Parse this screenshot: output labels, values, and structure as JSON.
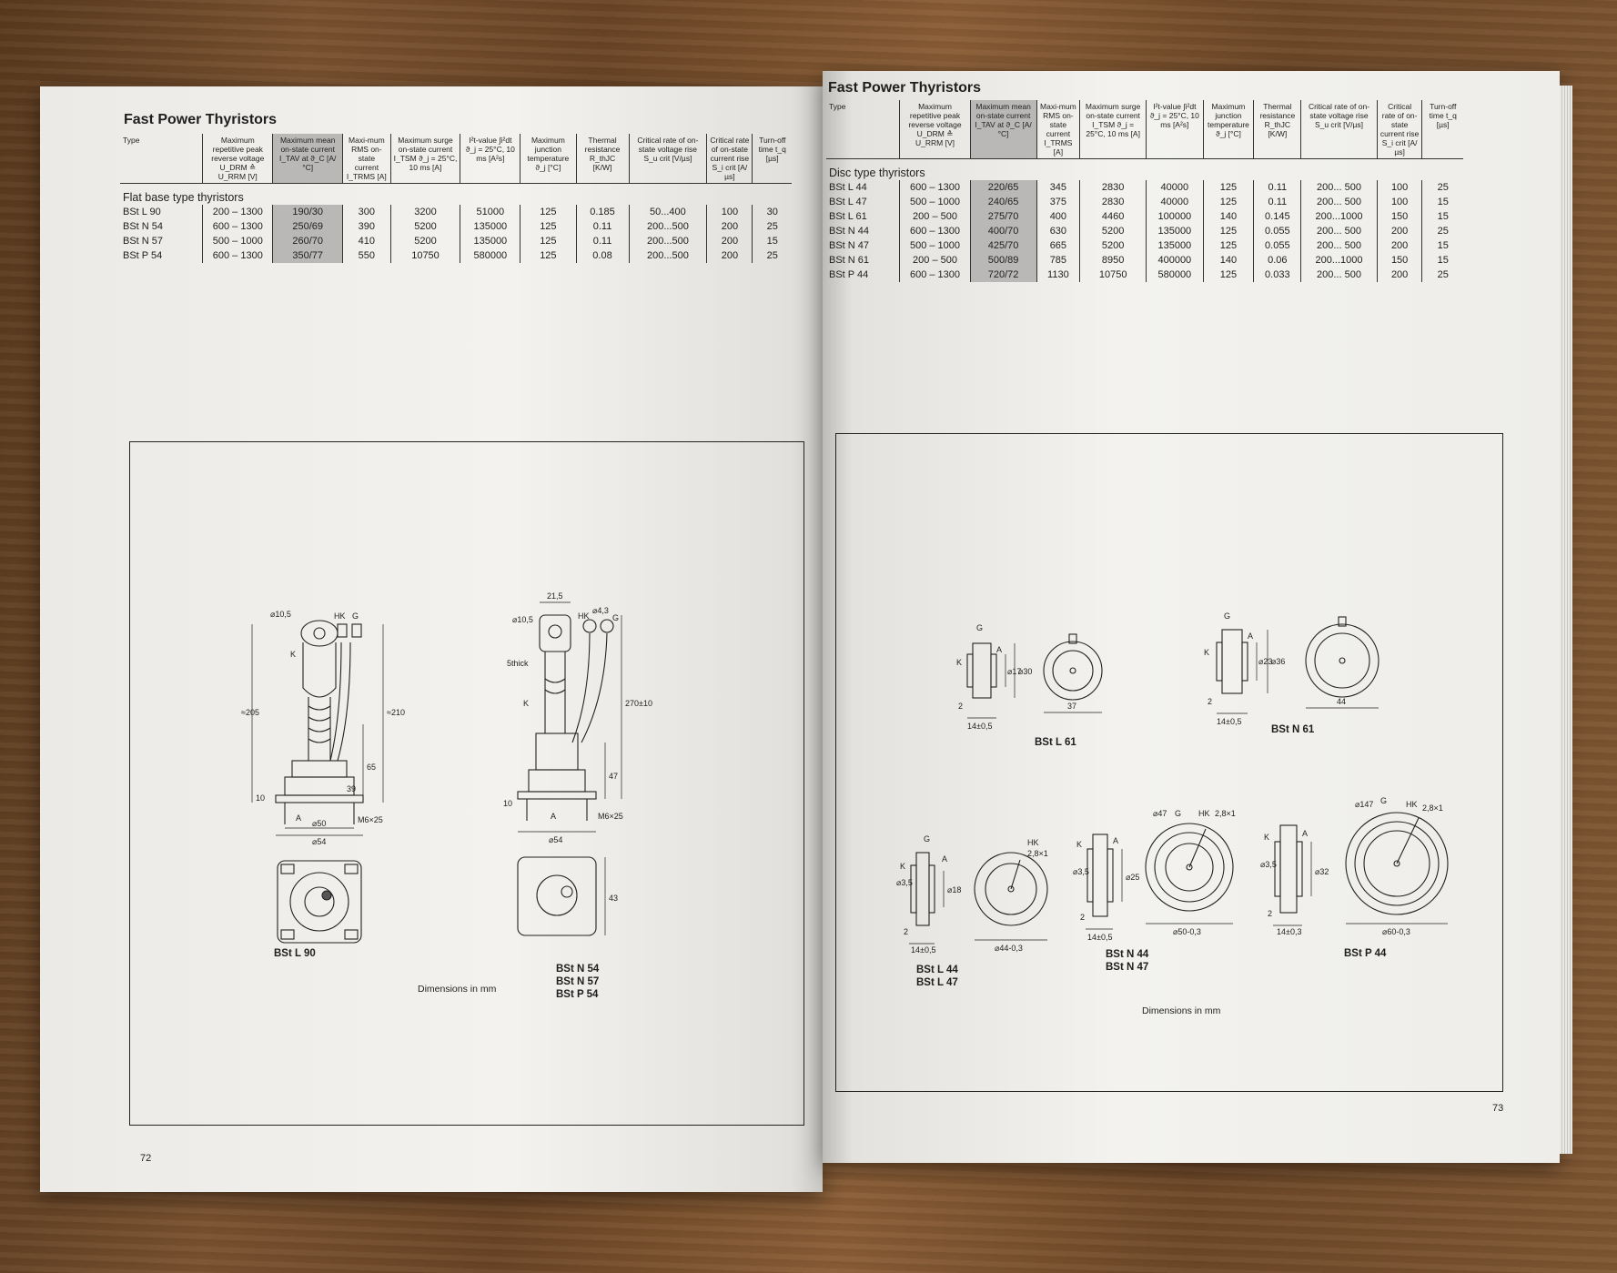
{
  "left": {
    "title": "Fast Power Thyristors",
    "headers": [
      "Type",
      "Maximum repetitive peak reverse voltage U_DRM ≙ U_RRM [V]",
      "Maximum mean on-state current I_TAV at ϑ_C [A/°C]",
      "Maxi-mum RMS on-state current I_TRMS [A]",
      "Maximum surge on-state current I_TSM ϑ_j = 25°C, 10 ms [A]",
      "I²t-value ∫i²dt ϑ_j = 25°C, 10 ms [A²s]",
      "Maximum junction temperature ϑ_j [°C]",
      "Thermal resistance R_thJC [K/W]",
      "Critical rate of on-state voltage rise S_u crit [V/µs]",
      "Critical rate of on-state current rise S_i crit [A/µs]",
      "Turn-off time t_q [µs]"
    ],
    "group": "Flat base type thyristors",
    "rows": [
      [
        "BSt L 90",
        "200 – 1300",
        "190/30",
        "300",
        "3200",
        "51000",
        "125",
        "0.185",
        "50...400",
        "100",
        "30"
      ],
      [
        "BSt N 54",
        "600 – 1300",
        "250/69",
        "390",
        "5200",
        "135000",
        "125",
        "0.11",
        "200...500",
        "200",
        "25"
      ],
      [
        "BSt N 57",
        "500 – 1000",
        "260/70",
        "410",
        "5200",
        "135000",
        "125",
        "0.11",
        "200...500",
        "200",
        "15"
      ],
      [
        "BSt P 54",
        "600 – 1300",
        "350/77",
        "550",
        "10750",
        "580000",
        "125",
        "0.08",
        "200...500",
        "200",
        "25"
      ]
    ],
    "drawings": {
      "d1_callouts": [
        "⌀10,5",
        "HK",
        "G",
        "K",
        "≈205",
        "≈210",
        "65",
        "39",
        "10",
        "A",
        "M6×25",
        "⌀50",
        "⌀54"
      ],
      "d2_callouts": [
        "21,5",
        "⌀10,5",
        "HK",
        "⌀4,3",
        "G",
        "5thick",
        "K",
        "270±10",
        "47",
        "10",
        "A",
        "M6×25",
        "⌀54",
        "43"
      ],
      "label1": "BSt L 90",
      "label2": [
        "BSt N 54",
        "BSt N 57",
        "BSt P 54"
      ],
      "note": "Dimensions in mm"
    },
    "page_number": "72"
  },
  "right": {
    "title": "Fast Power Thyristors",
    "headers": [
      "Type",
      "Maximum repetitive peak reverse voltage U_DRM ≙ U_RRM [V]",
      "Maximum mean on-state current I_TAV at ϑ_C [A/°C]",
      "Maxi-mum RMS on-state current I_TRMS [A]",
      "Maximum surge on-state current I_TSM ϑ_j = 25°C, 10 ms [A]",
      "I²t-value ∫i²dt ϑ_j = 25°C, 10 ms [A²s]",
      "Maximum junction temperature ϑ_j [°C]",
      "Thermal resistance R_thJC [K/W]",
      "Critical rate of on-state voltage rise S_u crit [V/µs]",
      "Critical rate of on-state current rise S_i crit [A/µs]",
      "Turn-off time t_q [µs]"
    ],
    "group": "Disc type thyristors",
    "rows": [
      [
        "BSt L 44",
        "600 – 1300",
        "220/65",
        "345",
        "2830",
        "40000",
        "125",
        "0.11",
        "200... 500",
        "100",
        "25"
      ],
      [
        "BSt L 47",
        "500 – 1000",
        "240/65",
        "375",
        "2830",
        "40000",
        "125",
        "0.11",
        "200... 500",
        "100",
        "15"
      ],
      [
        "BSt L 61",
        "200 – 500",
        "275/70",
        "400",
        "4460",
        "100000",
        "140",
        "0.145",
        "200...1000",
        "150",
        "15"
      ],
      [
        "BSt N 44",
        "600 – 1300",
        "400/70",
        "630",
        "5200",
        "135000",
        "125",
        "0.055",
        "200... 500",
        "200",
        "25"
      ],
      [
        "BSt N 47",
        "500 – 1000",
        "425/70",
        "665",
        "5200",
        "135000",
        "125",
        "0.055",
        "200... 500",
        "200",
        "15"
      ],
      [
        "BSt N 61",
        "200 – 500",
        "500/89",
        "785",
        "8950",
        "400000",
        "140",
        "0.06",
        "200...1000",
        "150",
        "15"
      ],
      [
        "BSt P 44",
        "600 – 1300",
        "720/72",
        "1130",
        "10750",
        "580000",
        "125",
        "0.033",
        "200... 500",
        "200",
        "25"
      ]
    ],
    "drawings": {
      "r1_callouts": [
        "G",
        "K",
        "A",
        "⌀17",
        "⌀30",
        "2",
        "14±0,5",
        "37"
      ],
      "r2_callouts": [
        "G",
        "K",
        "A",
        "⌀23",
        "⌀36",
        "2",
        "14±0,5",
        "44"
      ],
      "r3_callouts": [
        "G",
        "K",
        "A",
        "⌀3,5",
        "⌀18",
        "2",
        "14±0,5",
        "HK",
        "2,8×1",
        "⌀44-0,3"
      ],
      "r4_callouts": [
        "K",
        "A",
        "⌀3,5",
        "⌀25",
        "2",
        "14±0,5",
        "⌀47",
        "G",
        "HK",
        "2,8×1",
        "⌀50-0,3"
      ],
      "r5_callouts": [
        "K",
        "A",
        "⌀3,5",
        "⌀32",
        "2",
        "14±0,3",
        "⌀147",
        "G",
        "HK",
        "2,8×1",
        "⌀60-0,3"
      ],
      "label_l61": "BSt L 61",
      "label_n61": "BSt N 61",
      "label_l44": [
        "BSt L 44",
        "BSt L 47"
      ],
      "label_n44": [
        "BSt N 44",
        "BSt N 47"
      ],
      "label_p44": "BSt P 44",
      "note": "Dimensions in mm"
    },
    "page_number": "73"
  }
}
